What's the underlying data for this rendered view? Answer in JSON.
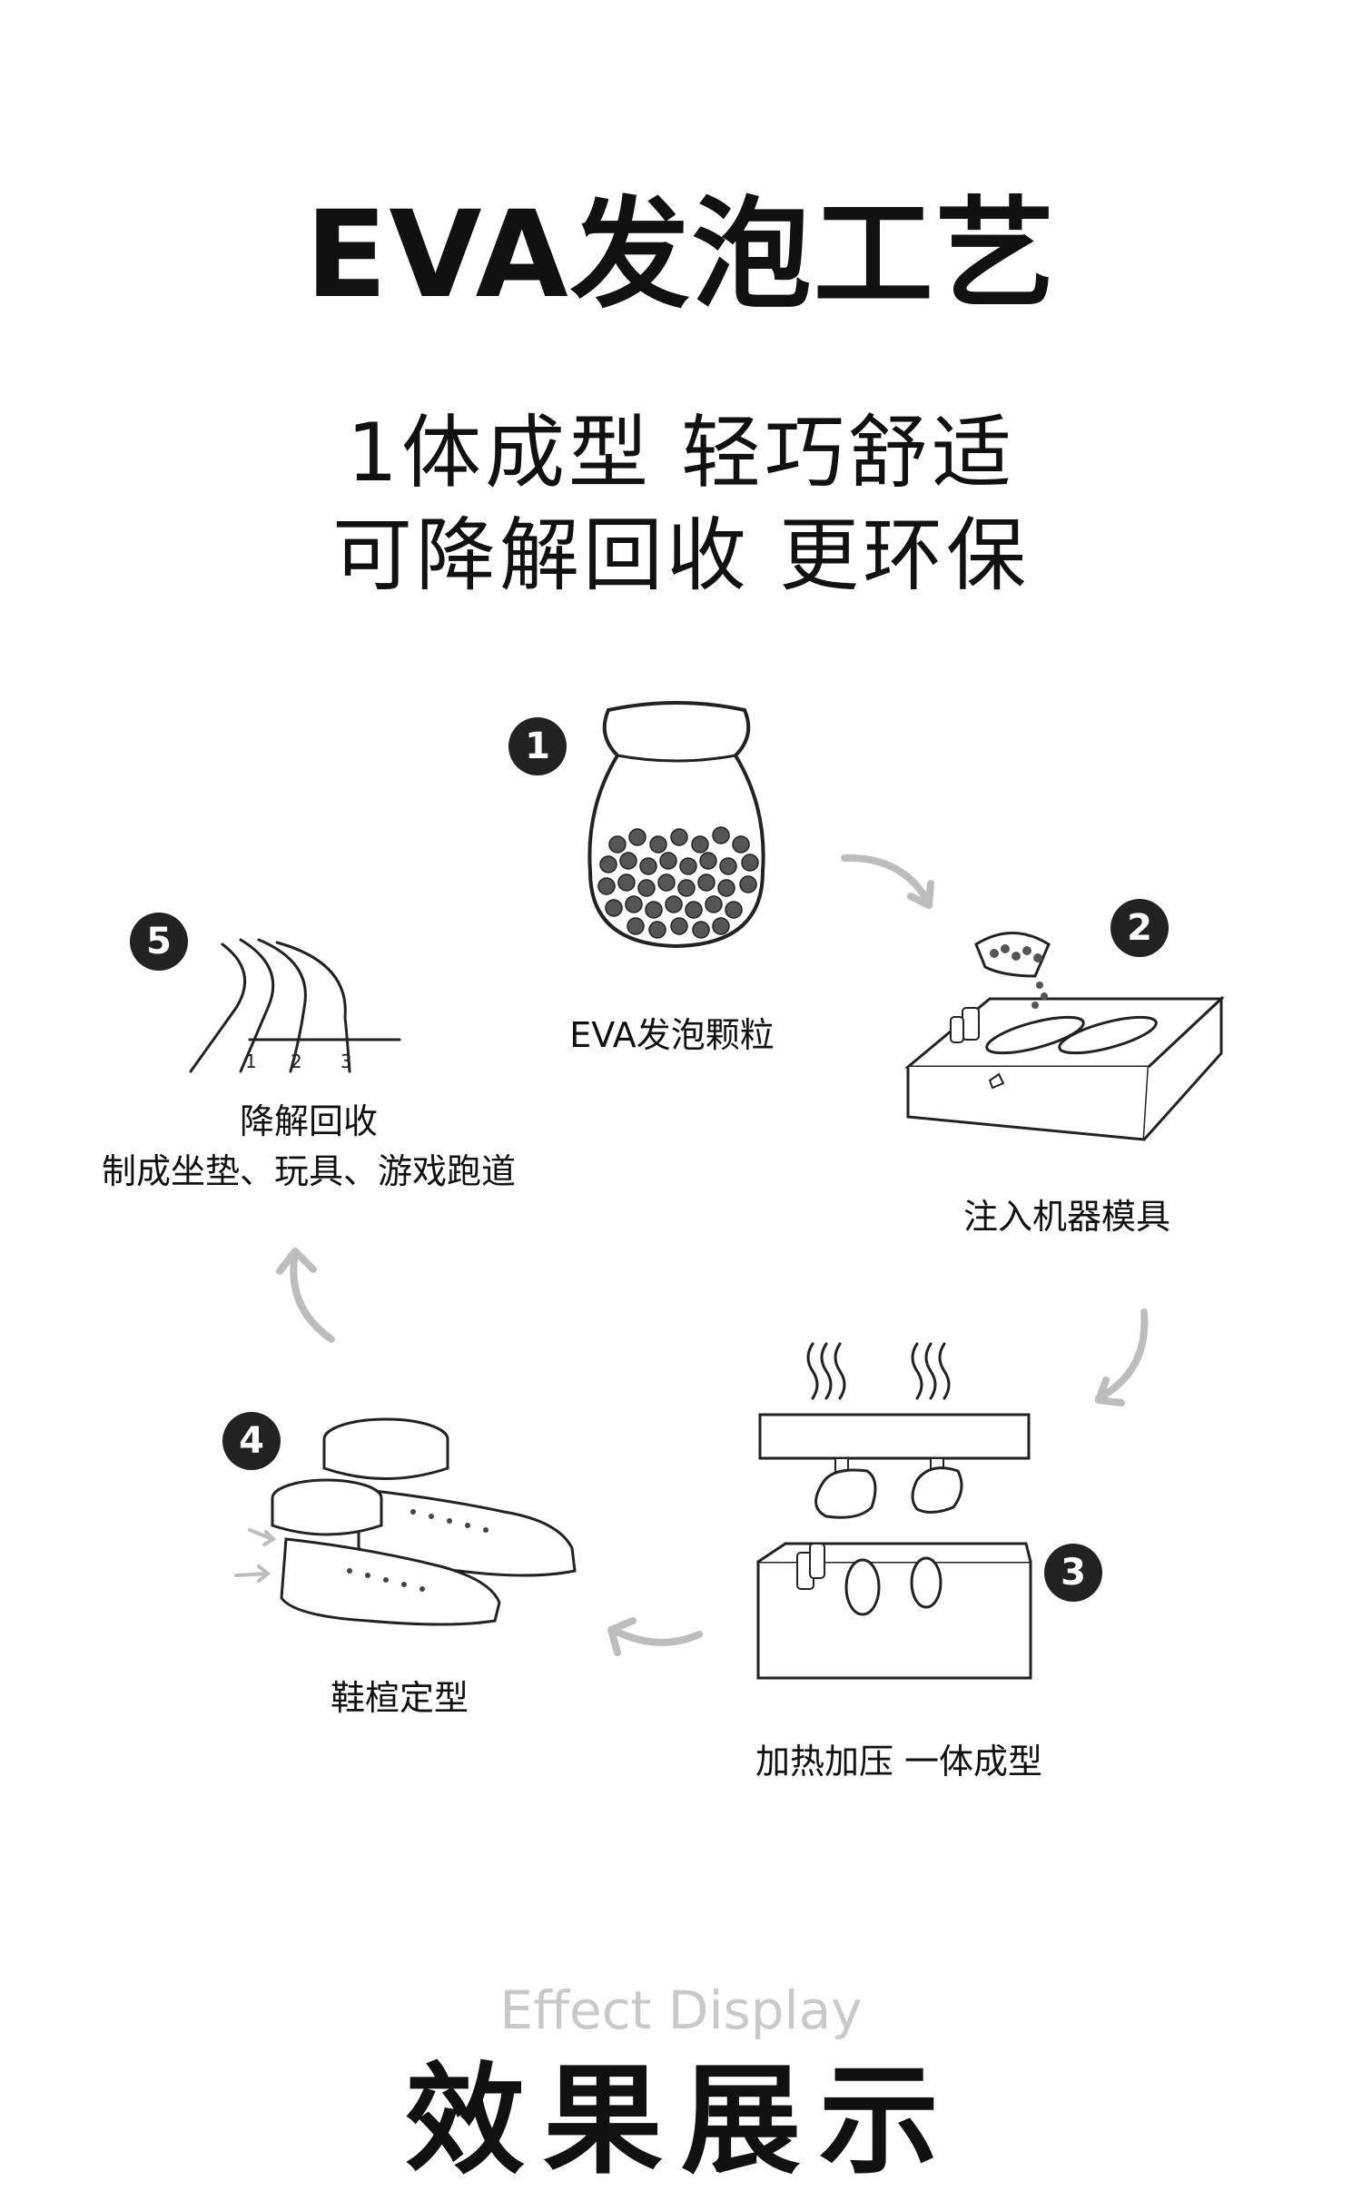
{
  "header": {
    "title": "EVA发泡工艺",
    "subtitle_line1": "1体成型  轻巧舒适",
    "subtitle_line2": "可降解回收 更环保"
  },
  "steps": [
    {
      "number": "1",
      "label": "EVA发泡颗粒"
    },
    {
      "number": "2",
      "label": "注入机器模具"
    },
    {
      "number": "3",
      "label": "加热加压 一体成型"
    },
    {
      "number": "4",
      "label": "鞋楦定型"
    },
    {
      "number": "5",
      "label": "降解回收",
      "label2": "制成坐垫、玩具、游戏跑道"
    }
  ],
  "footer": {
    "en": "Effect Display",
    "cn": "效果展示"
  },
  "colors": {
    "text": "#111111",
    "badge": "#222222",
    "arrow": "#bdbdbd",
    "footer_en": "#c9c9c9"
  }
}
